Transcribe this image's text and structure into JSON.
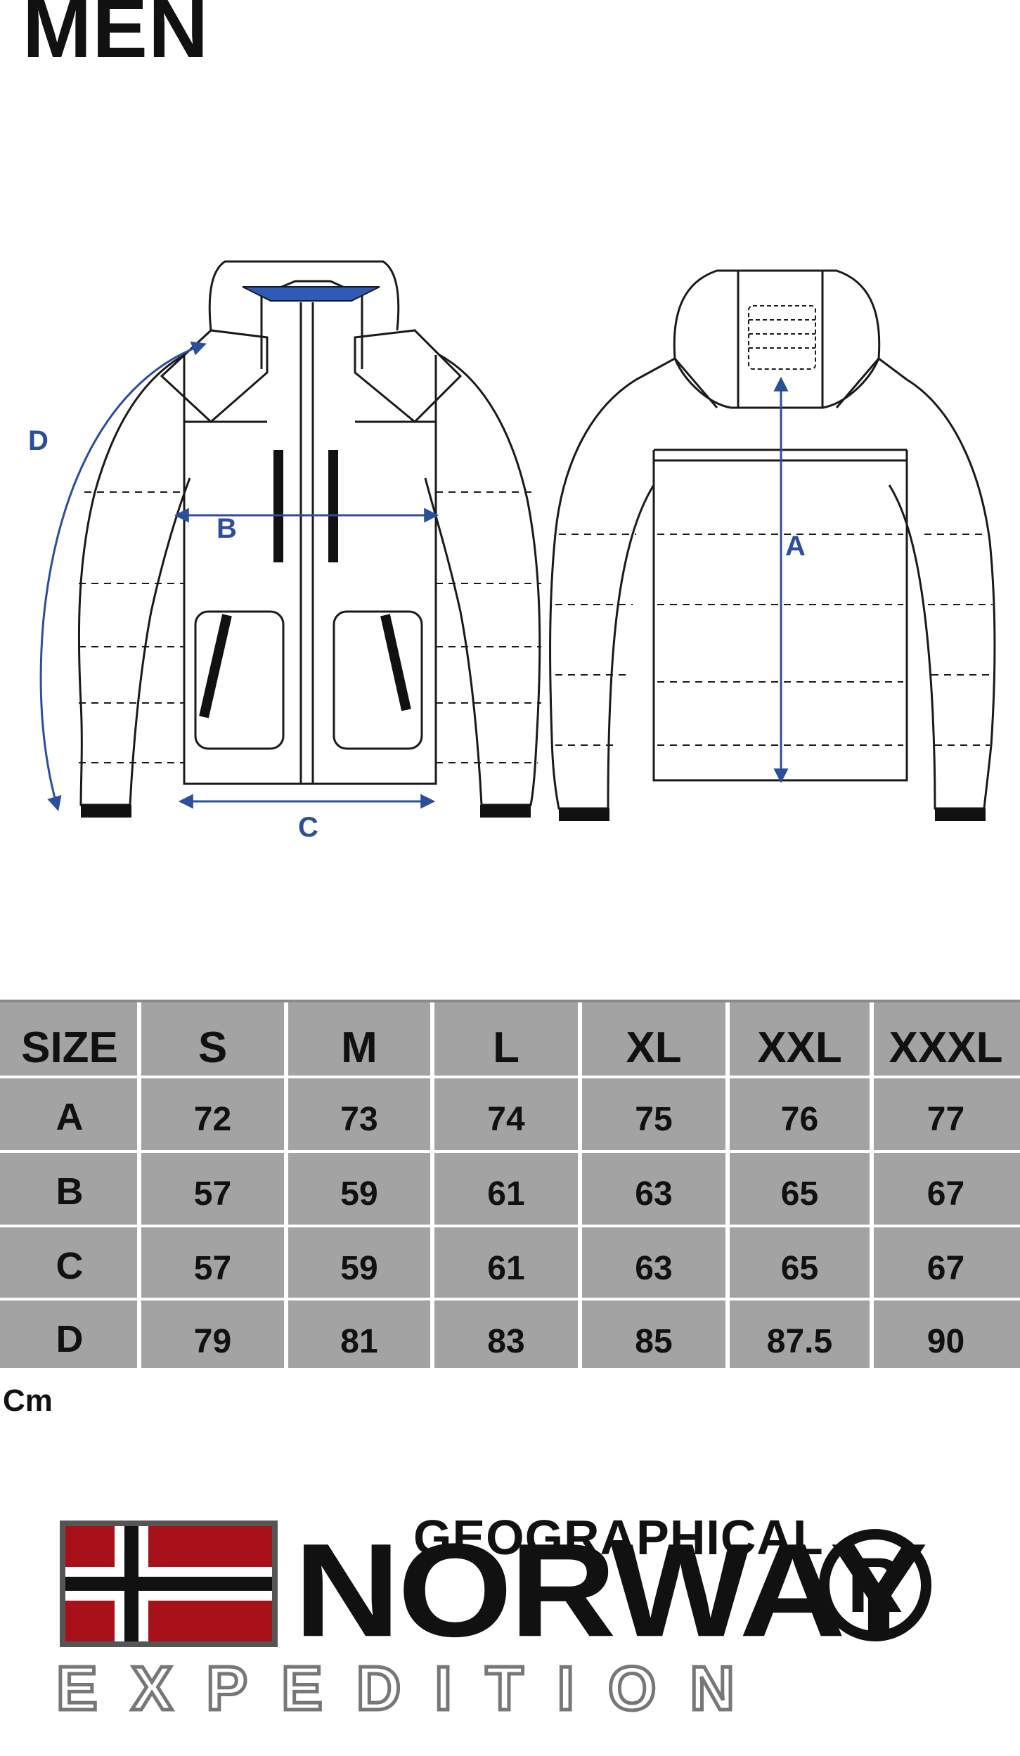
{
  "title": "MEN",
  "diagram": {
    "labels": {
      "a": "A",
      "b": "B",
      "c": "C",
      "d": "D"
    },
    "colors": {
      "dimension": "#2b4f9a",
      "outline": "#1a1a1a",
      "collar": "#2f5ab8"
    }
  },
  "table": {
    "header": [
      "SIZE",
      "S",
      "M",
      "L",
      "XL",
      "XXL",
      "XXXL"
    ],
    "rows": [
      {
        "label": "A",
        "values": [
          "72",
          "73",
          "74",
          "75",
          "76",
          "77"
        ]
      },
      {
        "label": "B",
        "values": [
          "57",
          "59",
          "61",
          "63",
          "65",
          "67"
        ]
      },
      {
        "label": "C",
        "values": [
          "57",
          "59",
          "61",
          "63",
          "65",
          "67"
        ]
      },
      {
        "label": "D",
        "values": [
          "79",
          "81",
          "83",
          "85",
          "87.5",
          "90"
        ]
      }
    ],
    "background": "#a3a3a3"
  },
  "unit": "Cm",
  "brand": {
    "line1": "GEOGRAPHICAL",
    "line2": "NORWAY",
    "registered": "R",
    "line3": "EXPEDITION",
    "flag_colors": {
      "red": "#a8101a",
      "white": "#ffffff",
      "blue": "#111111",
      "frame": "#555555"
    }
  }
}
